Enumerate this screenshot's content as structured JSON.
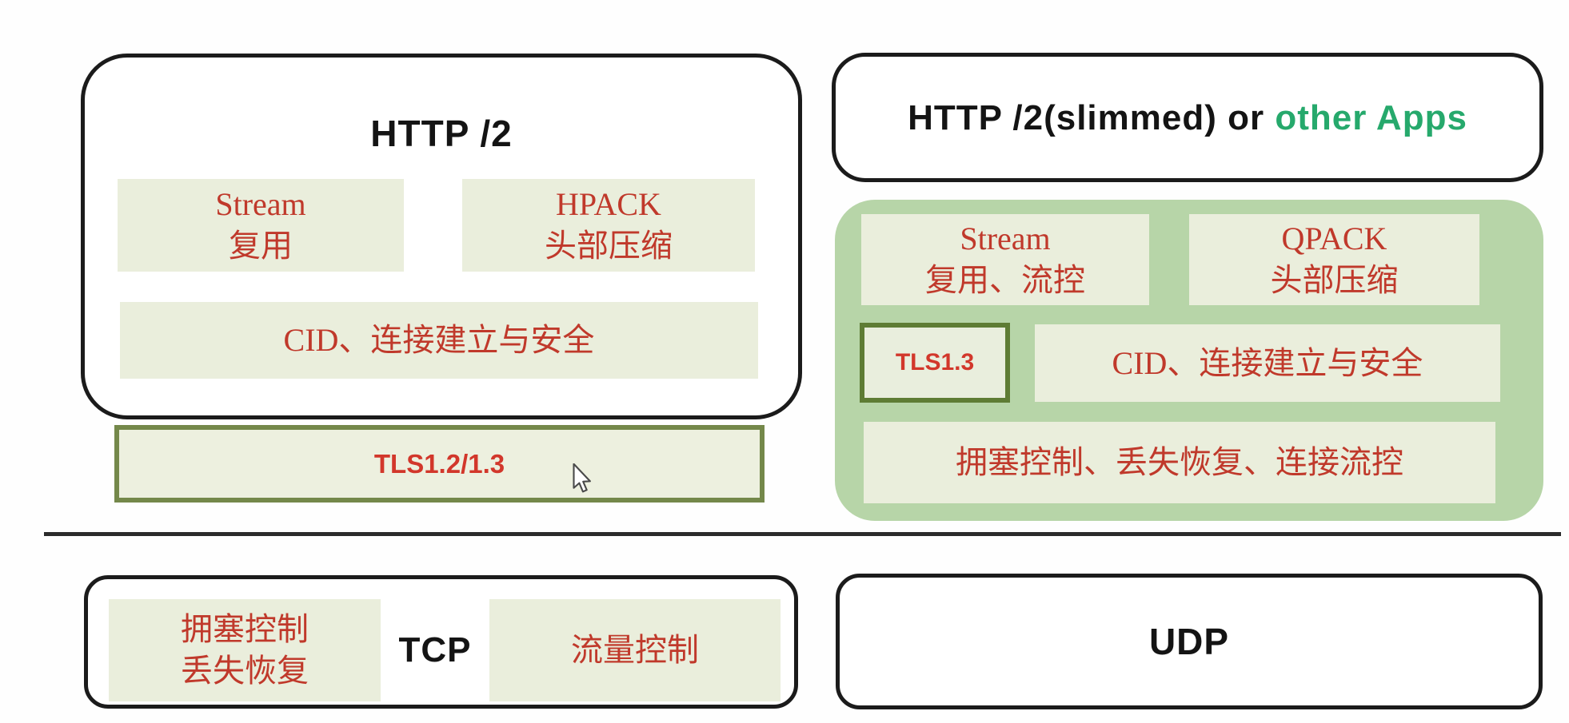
{
  "left": {
    "http2_title": "HTTP /2",
    "stream_line1": "Stream",
    "stream_line2": "复用",
    "hpack_line1": "HPACK",
    "hpack_line2": "头部压缩",
    "cid": "CID、连接建立与安全",
    "tls": "TLS1.2/1.3",
    "tcp_label": "TCP",
    "congestion_line1": "拥塞控制",
    "congestion_line2": "丢失恢复",
    "flow": "流量控制"
  },
  "right": {
    "title_main": "HTTP /2(slimmed) or ",
    "title_accent": "other Apps",
    "stream_line1": "Stream",
    "stream_line2": "复用、流控",
    "qpack_line1": "QPACK",
    "qpack_line2": "头部压缩",
    "tls": "TLS1.3",
    "cid": "CID、连接建立与安全",
    "congestion": "拥塞控制、丢失恢复、连接流控",
    "udp_label": "UDP"
  },
  "icons": {
    "cursor": "mouse-cursor-icon"
  },
  "colors": {
    "red_text": "#c0392b",
    "tls_red_text": "#d2372b",
    "accent_green_text": "#26a96c",
    "container_green": "#b7d5a8",
    "pale_box_fill": "#eaeedc",
    "olive_border_left": "#74884a",
    "olive_border_right": "#5e7c34",
    "panel_border_black": "#1b1b1b"
  }
}
